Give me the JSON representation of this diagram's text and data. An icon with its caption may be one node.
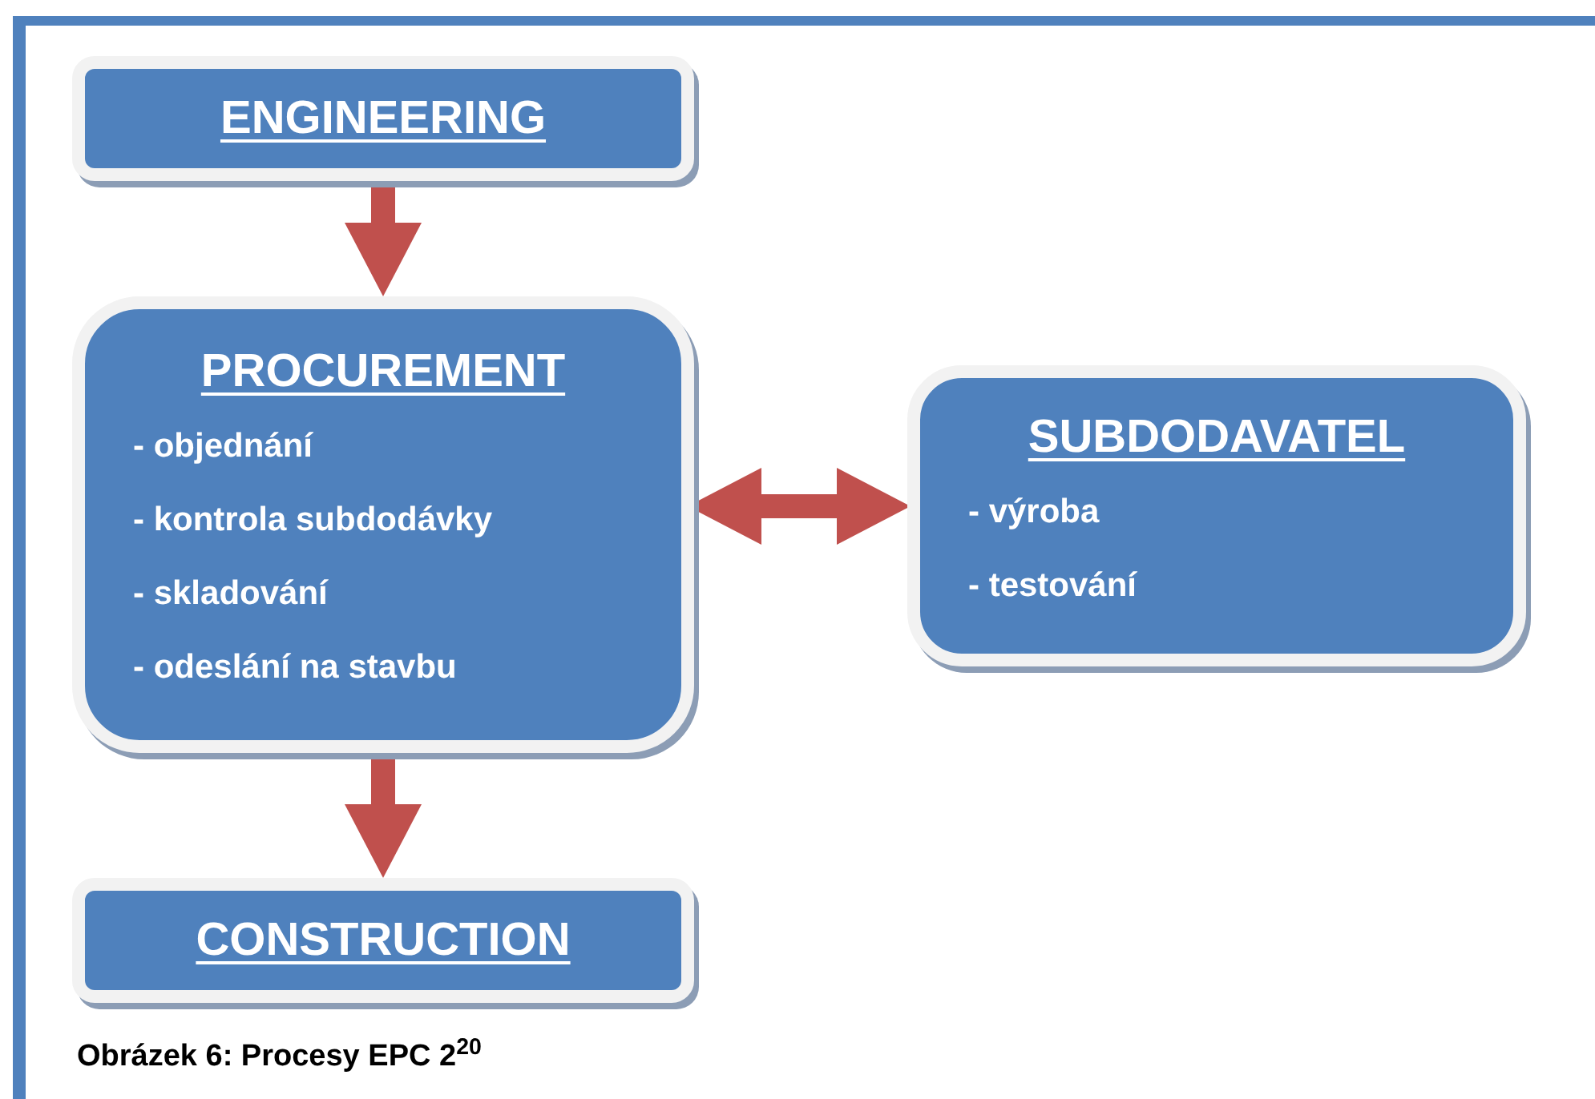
{
  "diagram": {
    "caption": "Obrázek 6: Procesy EPC 2$^{20}$",
    "nodes": [
      {
        "text": [
          "ENGINEERING"
        ]
      },
      {
        "text": [
          "PROCUREMENT",
          "- objednání",
          "- kontrola subdodávky",
          "- skladování",
          "- odeslání na stavbu"
        ]
      },
      {
        "text": [
          "CONSTRUCTION"
        ]
      },
      {
        "text": [
          "SUBDODAVATEL",
          "- výroba",
          "- testování"
        ]
      }
    ],
    "edges": [
      {
        "from": 0,
        "to": 1,
        "arrow": "to"
      },
      {
        "from": 1,
        "to": 3,
        "arrow": "both"
      },
      {
        "from": 1,
        "to": 2,
        "arrow": "to"
      }
    ]
  }
}
